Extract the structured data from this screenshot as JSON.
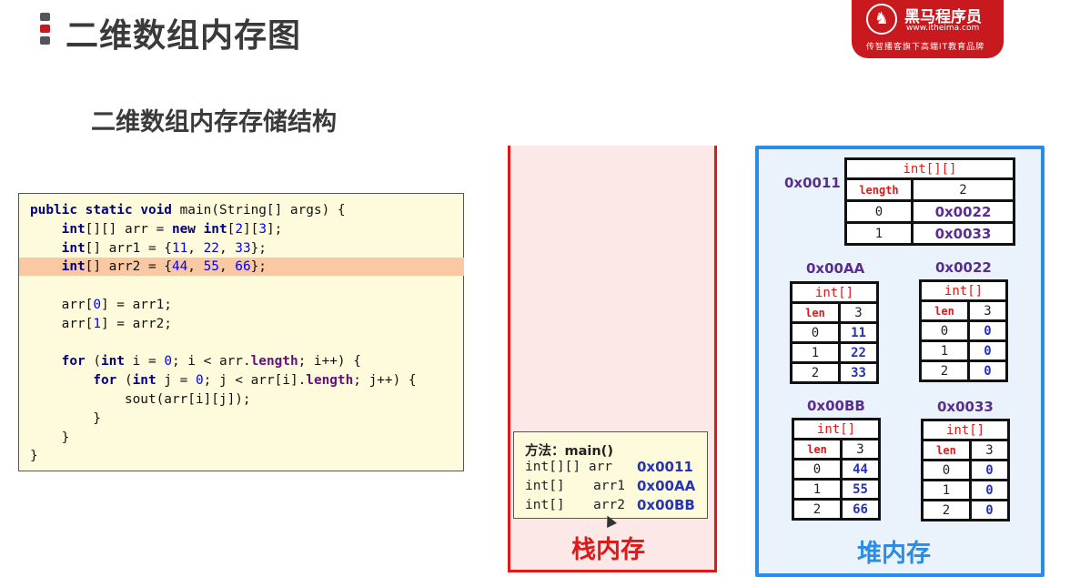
{
  "header": {
    "title": "二维数组内存图",
    "bar_colors": [
      "#555555",
      "#c8191f",
      "#555555"
    ]
  },
  "logo": {
    "brand": "黑马程序员",
    "url": "www.itheima.com",
    "slogan": "传智播客旗下高端IT教育品牌",
    "color": "#c8191f"
  },
  "subtitle": "二维数组内存存储结构",
  "code": {
    "lines": [
      "public static void main(String[] args) {",
      "    int[][] arr = new int[2][3];",
      "    int[] arr1 = {11, 22, 33};",
      "    int[] arr2 = {44, 55, 66};",
      "",
      "    arr[0] = arr1;",
      "    arr[1] = arr2;",
      "",
      "    for (int i = 0; i < arr.length; i++) {",
      "        for (int j = 0; j < arr[i].length; j++) {",
      "            sout(arr[i][j]);",
      "        }",
      "    }",
      "}"
    ],
    "highlight_line": 3
  },
  "stack": {
    "label": "栈内存",
    "frame": {
      "method": "方法：main()",
      "vars": [
        {
          "type": "int[][]",
          "name": "arr",
          "value": "0x0011"
        },
        {
          "type": "int[]",
          "name": "arr1",
          "value": "0x00AA"
        },
        {
          "type": "int[]",
          "name": "arr2",
          "value": "0x00BB"
        }
      ]
    }
  },
  "heap": {
    "label": "堆内存",
    "outer": {
      "address": "0x0011",
      "type": "int[][]",
      "length_label": "length",
      "length": "2",
      "rows": [
        {
          "index": "0",
          "value": "0x0022"
        },
        {
          "index": "1",
          "value": "0x0033"
        }
      ]
    },
    "arrays": [
      {
        "address": "0x00AA",
        "type": "int[]",
        "len_label": "len",
        "len": "3",
        "rows": [
          {
            "index": "0",
            "value": "11"
          },
          {
            "index": "1",
            "value": "22"
          },
          {
            "index": "2",
            "value": "33"
          }
        ]
      },
      {
        "address": "0x0022",
        "type": "int[]",
        "len_label": "len",
        "len": "3",
        "rows": [
          {
            "index": "0",
            "value": "0"
          },
          {
            "index": "1",
            "value": "0"
          },
          {
            "index": "2",
            "value": "0"
          }
        ]
      },
      {
        "address": "0x00BB",
        "type": "int[]",
        "len_label": "len",
        "len": "3",
        "rows": [
          {
            "index": "0",
            "value": "44"
          },
          {
            "index": "1",
            "value": "55"
          },
          {
            "index": "2",
            "value": "66"
          }
        ]
      },
      {
        "address": "0x0033",
        "type": "int[]",
        "len_label": "len",
        "len": "3",
        "rows": [
          {
            "index": "0",
            "value": "0"
          },
          {
            "index": "1",
            "value": "0"
          },
          {
            "index": "2",
            "value": "0"
          }
        ]
      }
    ]
  }
}
